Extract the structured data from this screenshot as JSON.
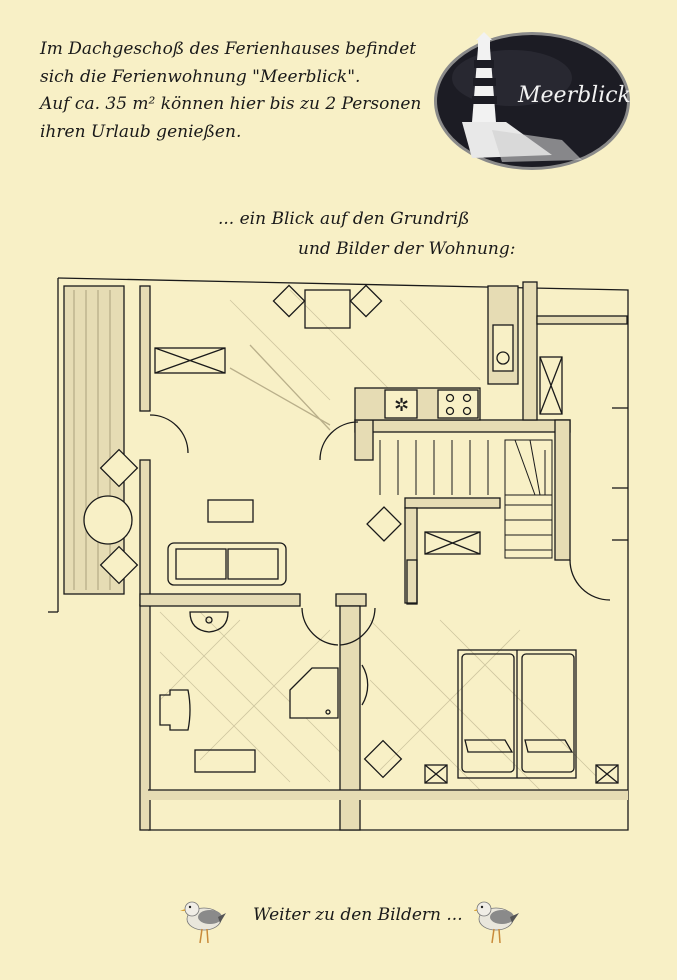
{
  "intro": {
    "line1": "Im Dachgeschoß des Ferienhauses befindet",
    "line2": "sich die Ferienwohnung \"Meerblick\".",
    "line3": "Auf ca. 35 m² können hier bis zu 2 Personen",
    "line4": "ihren Urlaub genießen."
  },
  "sign": {
    "text": "Meerblick",
    "icon": "lighthouse-icon"
  },
  "subtitle": {
    "line1": "... ein Blick auf den Grundriß",
    "line2": "und Bilder der Wohnung:"
  },
  "floorplan": {
    "icon": "floorplan-drawing"
  },
  "footer": {
    "link_label": "Weiter zu den Bildern ...",
    "icon": "seagull-icon"
  },
  "colors": {
    "background": "#f8f0c6",
    "wall_fill": "#e6dcb4",
    "line": "#1a1a1a",
    "sign": "#1c1c24"
  }
}
